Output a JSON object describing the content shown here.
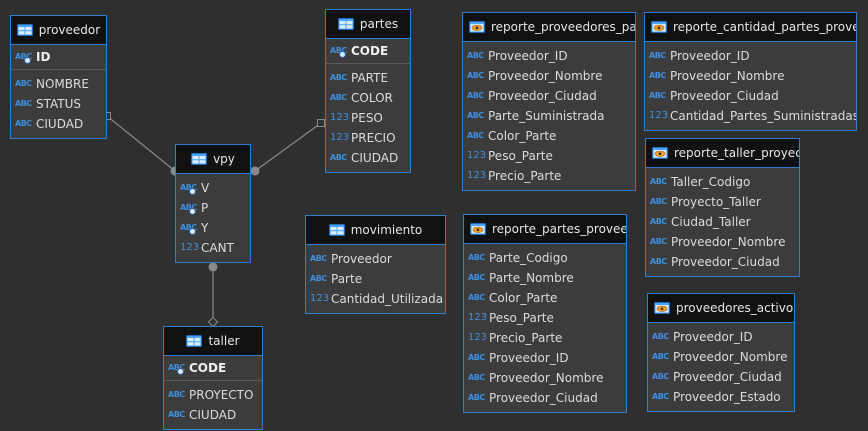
{
  "colors": {
    "background": "#2f2f2f",
    "entity_body": "#3c3c3c",
    "entity_header": "#111111",
    "border": "#2f7fd0",
    "link": "#8a8a8a",
    "text": "#dcdcdc",
    "type_icon": "#3f8fe0"
  },
  "type_labels": {
    "text": "ABC",
    "number": "123"
  },
  "entities": [
    {
      "id": "proveedor",
      "title": "proveedor",
      "kind": "table",
      "icon": "table-icon",
      "columns": [
        {
          "name": "ID",
          "type": "text",
          "key": true
        },
        {
          "name": "NOMBRE",
          "type": "text"
        },
        {
          "name": "STATUS",
          "type": "text"
        },
        {
          "name": "CIUDAD",
          "type": "text"
        }
      ]
    },
    {
      "id": "partes",
      "title": "partes",
      "kind": "table",
      "icon": "table-icon",
      "columns": [
        {
          "name": "CODE",
          "type": "text",
          "key": true
        },
        {
          "name": "PARTE",
          "type": "text"
        },
        {
          "name": "COLOR",
          "type": "text"
        },
        {
          "name": "PESO",
          "type": "number"
        },
        {
          "name": "PRECIO",
          "type": "number"
        },
        {
          "name": "CIUDAD",
          "type": "text"
        }
      ]
    },
    {
      "id": "vpy",
      "title": "vpy",
      "kind": "table",
      "icon": "table-icon",
      "columns": [
        {
          "name": "V",
          "type": "text",
          "fk": true
        },
        {
          "name": "P",
          "type": "text",
          "fk": true
        },
        {
          "name": "Y",
          "type": "text",
          "fk": true
        },
        {
          "name": "CANT",
          "type": "number"
        }
      ]
    },
    {
      "id": "taller",
      "title": "taller",
      "kind": "table",
      "icon": "table-icon",
      "columns": [
        {
          "name": "CODE",
          "type": "text",
          "key": true
        },
        {
          "name": "PROYECTO",
          "type": "text"
        },
        {
          "name": "CIUDAD",
          "type": "text"
        }
      ]
    },
    {
      "id": "movimiento",
      "title": "movimiento",
      "kind": "table",
      "icon": "table-icon",
      "columns": [
        {
          "name": "Proveedor",
          "type": "text"
        },
        {
          "name": "Parte",
          "type": "text"
        },
        {
          "name": "Cantidad_Utilizada",
          "type": "number"
        }
      ]
    },
    {
      "id": "reporte_proveedores_partes",
      "title": "reporte_proveedores_partes",
      "kind": "view",
      "icon": "view-icon",
      "columns": [
        {
          "name": "Proveedor_ID",
          "type": "text"
        },
        {
          "name": "Proveedor_Nombre",
          "type": "text"
        },
        {
          "name": "Proveedor_Ciudad",
          "type": "text"
        },
        {
          "name": "Parte_Suministrada",
          "type": "text"
        },
        {
          "name": "Color_Parte",
          "type": "text"
        },
        {
          "name": "Peso_Parte",
          "type": "number"
        },
        {
          "name": "Precio_Parte",
          "type": "number"
        }
      ]
    },
    {
      "id": "reporte_cantidad_partes_proveedor",
      "title": "reporte_cantidad_partes_proveedor",
      "kind": "view",
      "icon": "view-icon",
      "columns": [
        {
          "name": "Proveedor_ID",
          "type": "text"
        },
        {
          "name": "Proveedor_Nombre",
          "type": "text"
        },
        {
          "name": "Proveedor_Ciudad",
          "type": "text"
        },
        {
          "name": "Cantidad_Partes_Suministradas",
          "type": "number"
        }
      ]
    },
    {
      "id": "reporte_taller_proyectos",
      "title": "reporte_taller_proyectos",
      "kind": "view",
      "icon": "view-icon",
      "columns": [
        {
          "name": "Taller_Codigo",
          "type": "text"
        },
        {
          "name": "Proyecto_Taller",
          "type": "text"
        },
        {
          "name": "Ciudad_Taller",
          "type": "text"
        },
        {
          "name": "Proveedor_Nombre",
          "type": "text"
        },
        {
          "name": "Proveedor_Ciudad",
          "type": "text"
        }
      ]
    },
    {
      "id": "reporte_partes_proveedor",
      "title": "reporte_partes_proveedor",
      "kind": "view",
      "icon": "view-icon",
      "columns": [
        {
          "name": "Parte_Codigo",
          "type": "text"
        },
        {
          "name": "Parte_Nombre",
          "type": "text"
        },
        {
          "name": "Color_Parte",
          "type": "text"
        },
        {
          "name": "Peso_Parte",
          "type": "number"
        },
        {
          "name": "Precio_Parte",
          "type": "number"
        },
        {
          "name": "Proveedor_ID",
          "type": "text"
        },
        {
          "name": "Proveedor_Nombre",
          "type": "text"
        },
        {
          "name": "Proveedor_Ciudad",
          "type": "text"
        }
      ]
    },
    {
      "id": "proveedores_activos",
      "title": "proveedores_activos",
      "kind": "view",
      "icon": "view-icon",
      "columns": [
        {
          "name": "Proveedor_ID",
          "type": "text"
        },
        {
          "name": "Proveedor_Nombre",
          "type": "text"
        },
        {
          "name": "Proveedor_Ciudad",
          "type": "text"
        },
        {
          "name": "Proveedor_Estado",
          "type": "text"
        }
      ]
    }
  ],
  "relationships": [
    {
      "from": "vpy",
      "to": "proveedor"
    },
    {
      "from": "vpy",
      "to": "partes"
    },
    {
      "from": "vpy",
      "to": "taller"
    }
  ]
}
